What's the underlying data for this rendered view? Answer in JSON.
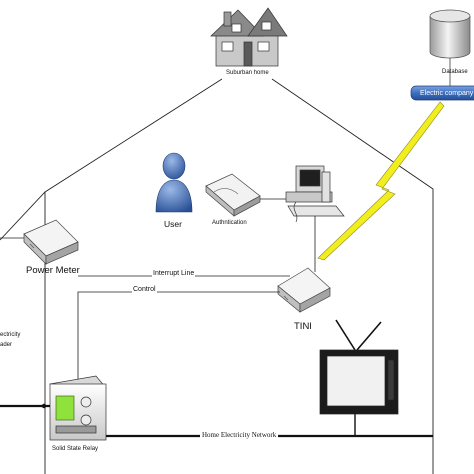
{
  "labels": {
    "suburban_home": "Suburban home",
    "database": "Database",
    "electric_company": "Electric company",
    "user": "User",
    "authentication": "Authntication",
    "power_meter": "Power Meter",
    "interrupt_line": "Interrupt Line",
    "control": "Control",
    "tini": "TINI",
    "solid_state_relay": "Solid State Relay",
    "home_electricity_network": "Home Electricity Network",
    "side_text_1": "ectricity",
    "side_text_2": "ader"
  },
  "icons": [
    "house-icon",
    "database-icon",
    "user-icon",
    "authentication-box-icon",
    "computer-icon",
    "power-meter-icon",
    "tini-device-icon",
    "solid-state-relay-icon",
    "television-icon",
    "lightning-link-icon"
  ],
  "colors": {
    "line": "#222222",
    "lightning": "#f2ee1e",
    "user_blue": "#3a66b0",
    "company_banner": "#3d6fc0"
  }
}
